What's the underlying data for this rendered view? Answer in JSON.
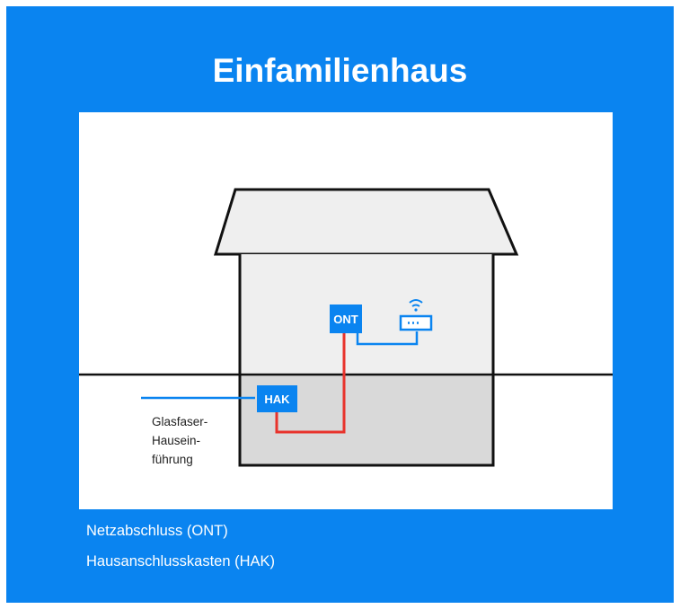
{
  "title": "Einfamilienhaus",
  "diagram": {
    "ont_label": "ONT",
    "hak_label": "HAK",
    "glasfaser_lines": [
      "Glasfaser-",
      "Hausein-",
      "führung"
    ]
  },
  "captions": [
    "Netzabschluss (ONT)",
    "Hausanschlusskasten (HAK)"
  ],
  "colors": {
    "background": "#0a84f0",
    "fiber_blue": "#0a84f0",
    "cable_red": "#e8332c",
    "house_upper": "#efefef",
    "house_lower": "#d9d9d9"
  },
  "icons": [
    "router-wifi-icon"
  ]
}
